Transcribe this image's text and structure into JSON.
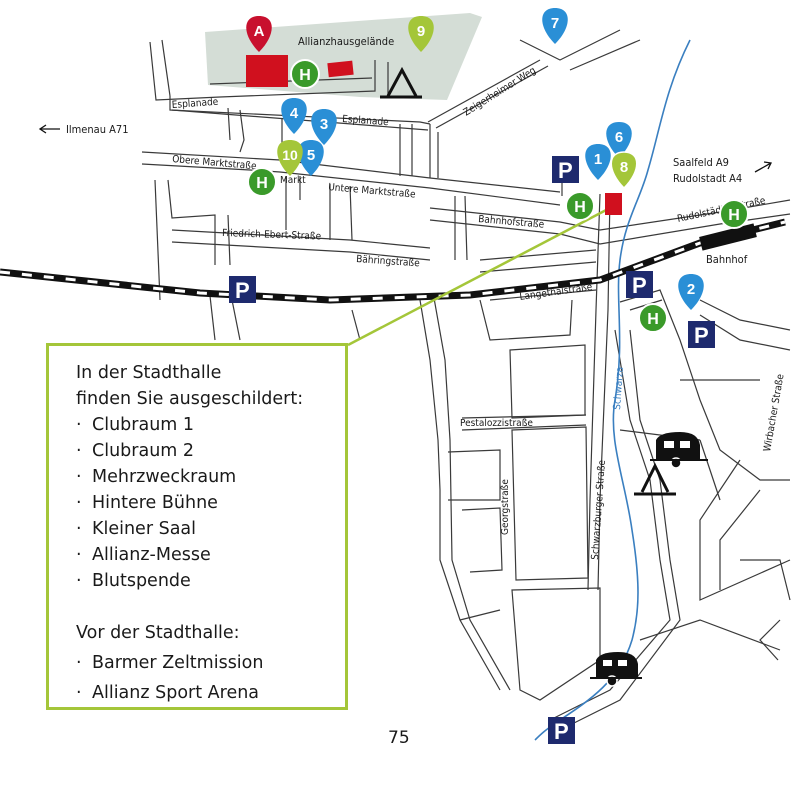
{
  "map": {
    "areas": {
      "allianzhaus": "Allianzhausgelände",
      "bahnhof": "Bahnhof"
    },
    "streets": {
      "esplanade_1": "Esplanade",
      "esplanade_2": "Esplanade",
      "zeigerheimer": "Zeigerheimer Weg",
      "obere_markt": "Obere Marktstraße",
      "markt": "Markt",
      "untere_markt": "Untere Marktstraße",
      "friedrich_ebert": "Friedrich-Ebert-Straße",
      "bahnhofstrasse": "Bahnhofstraße",
      "baehringstrasse": "Bähringstraße",
      "langethalstrasse": "Langethalstraße",
      "rudolstaedter": "Rudolstädter Straße",
      "pestalozzi": "Pestalozzistraße",
      "georg": "Georgstraße",
      "schwarzburger": "Schwarzburger Straße",
      "wirbacher": "Wirbacher Straße",
      "schwarza": "Schwarza"
    },
    "directions": {
      "ilmenau": "Ilmenau A71",
      "saalfeld": "Saalfeld A9",
      "rudolstadt": "Rudolstadt A4"
    },
    "pins": {
      "A": "A",
      "p1": "1",
      "p1b": "1",
      "p2": "2",
      "p3": "3",
      "p4": "4",
      "p5": "5",
      "p6": "6",
      "p7": "7",
      "p8": "8",
      "p9": "9",
      "p10": "10"
    },
    "parking": "P",
    "bus_stop": "H",
    "colors": {
      "blue_pin": "#2a8fd6",
      "green_pin": "#a4c639",
      "red_pin": "#c8102e",
      "bus_stop": "#3a9a2a",
      "parking": "#1e2a6e",
      "river": "#3a7fc0",
      "area": "#d4ddd6",
      "building": "#d0101e"
    }
  },
  "info": {
    "intro": [
      "In der Stadthalle",
      "finden Sie ausgeschildert:"
    ],
    "inside": [
      "Clubraum 1",
      "Clubraum 2",
      "Mehrzweckraum",
      "Hintere Bühne",
      "Kleiner Saal",
      "Allianz-Messe",
      "Blutspende"
    ],
    "outside_title": "Vor der Stadthalle:",
    "outside": [
      "Barmer Zeltmission",
      "Allianz Sport Arena"
    ]
  },
  "page_number": "75"
}
